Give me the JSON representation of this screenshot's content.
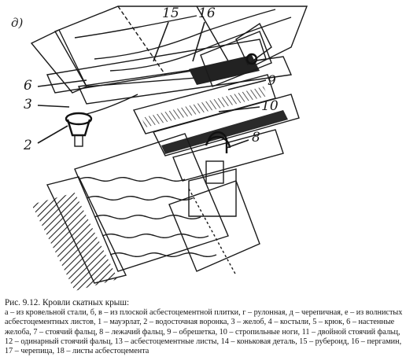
{
  "figure": {
    "subfigure_label": "д)",
    "callouts": {
      "c15": "15",
      "c16": "16",
      "c9": "9",
      "c10": "10",
      "c8": "8",
      "c6": "6",
      "c3": "3",
      "c2": "2"
    }
  },
  "caption": {
    "title": "Рис. 9.12. Кровли скатных крыш:",
    "text": "а – из кровельной стали, б, в – из плоской асбестоцементной плитки, г – рулонная, д – черепичная, е – из волнистых асбестоцементных листов, 1 – мауэрлат, 2 – водосточная воронка, 3 – желоб, 4 – костыли, 5 – крюк, 6 – настенные желоба, 7 – стоячий фальц, 8 – лежачий фальц, 9 – обрешетка, 10 – стропильные ноги, 11 – двойной стоячий фальц, 12 – одинарный стоячий фальц, 13 – асбестоцементные листы, 14 – коньковая деталь, 15 – рубероид, 16 – пергамин, 17 – черепица, 18 – листы асбестоцемента"
  }
}
